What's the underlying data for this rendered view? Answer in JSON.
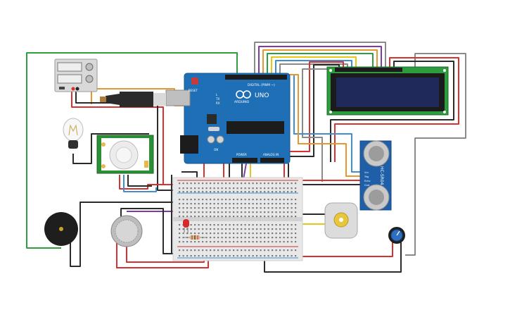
{
  "arduino": {
    "reset_label": "RESET",
    "logo_text": "ARDUINO",
    "model": "UNO",
    "digital_label": "DIGITAL (PWM ~)",
    "power_label": "POWER",
    "analog_label": "ANALOG IN",
    "tx_label": "TX",
    "rx_label": "RX",
    "on_label": "ON",
    "l_label": "L"
  },
  "ultrasonic": {
    "model": "HC-SR04",
    "pins": [
      "Vcc",
      "Trig",
      "Echo",
      "Gnd"
    ]
  },
  "colors": {
    "wire_red": "#d6322f",
    "wire_black": "#2b2b2b",
    "wire_orange": "#e8962e",
    "wire_blue": "#3f8fd0",
    "wire_green": "#2f9e3f",
    "wire_purple": "#7e3aa6",
    "wire_yellow": "#e6c619",
    "wire_gray": "#8a8a8a",
    "arduino_blue": "#1f6fb6",
    "lcd_green": "#2e9b3f",
    "lcd_screen": "#1f2a5a",
    "pir_board": "#2b8f36",
    "sonar_board": "#1f5fa8",
    "breadboard": "#e8e8e8"
  },
  "components": [
    "power-supply",
    "bulb",
    "pir-sensor",
    "buzzer",
    "gas-sensor",
    "led",
    "resistor",
    "arduino-uno",
    "breadboard",
    "dc-motor",
    "lcd-16x2",
    "ultrasonic-sensor",
    "potentiometer"
  ]
}
